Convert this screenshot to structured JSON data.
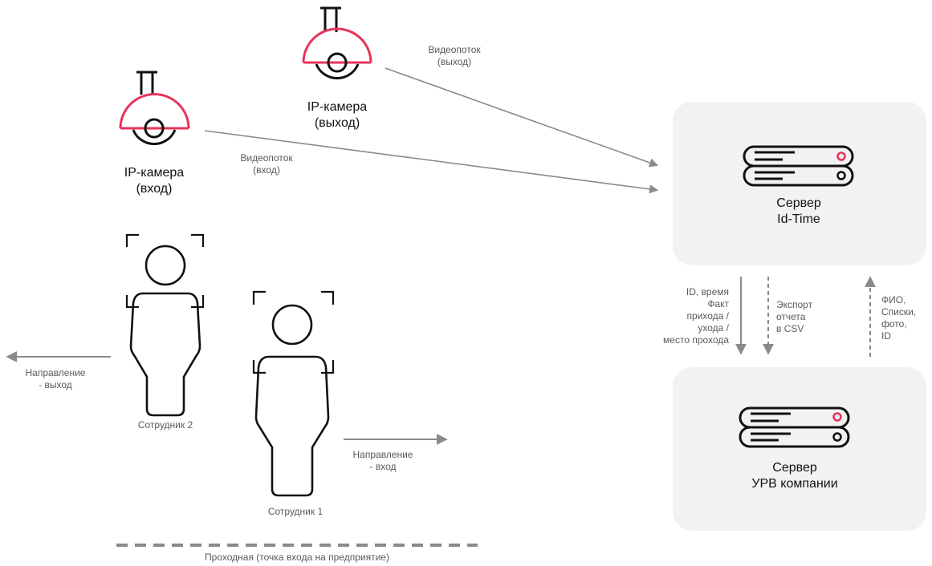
{
  "cameras": {
    "entrance": {
      "label": "IP-камера\n(вход)"
    },
    "exit": {
      "label": "IP-камера\n(выход)"
    }
  },
  "streams": {
    "exit": "Видеопоток\n(выход)",
    "entrance": "Видеопоток\n(вход)"
  },
  "servers": {
    "idtime": "Сервер\nId-Time",
    "company": "Сервер\nУРВ компании"
  },
  "flows": {
    "down_left": "ID, время\nФакт\nприхода /\nухода /\nместо прохода",
    "down_mid": "Экспорт\nотчета\nв CSV",
    "up_right": "ФИО,\nСписки,\nфото,\nID"
  },
  "people": {
    "employee2": "Сотрудник 2",
    "employee1": "Сотрудник 1"
  },
  "directions": {
    "exit": "Направление\n- выход",
    "entrance": "Направление\n- вход"
  },
  "checkpoint": "Проходная (точка входа на предприятие)",
  "colors": {
    "accent": "#e8345a",
    "line": "#8a8a8a",
    "box": "#f2f2f2",
    "ink": "#111111"
  }
}
